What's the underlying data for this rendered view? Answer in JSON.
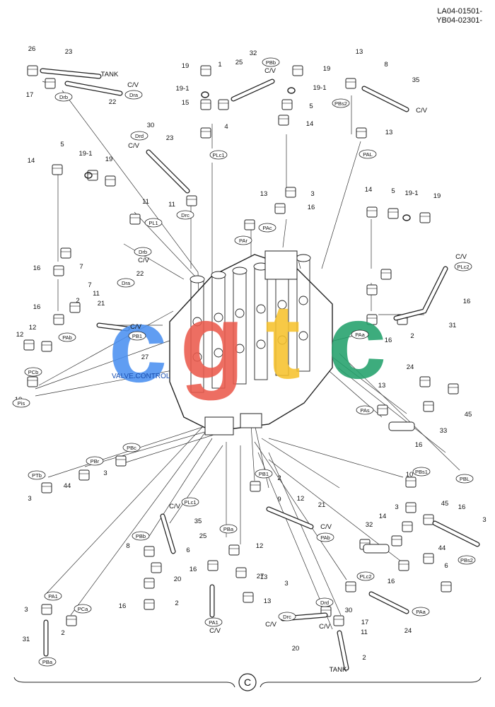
{
  "header": {
    "codes": [
      "LA04-01501-",
      "YB04-02301-"
    ]
  },
  "watermark": {
    "letters": [
      "c",
      "g",
      "t",
      "c"
    ],
    "text": "VALVE.CONTROL",
    "colors": [
      "#4a8ff0",
      "#ea5a4c",
      "#f6c22c",
      "#22a06b"
    ]
  },
  "footer": {
    "mark": "C"
  },
  "numbers": [
    "26",
    "23",
    "17",
    "22",
    "19",
    "1",
    "25",
    "32",
    "19",
    "13",
    "8",
    "35",
    "19-1",
    "19-1",
    "15",
    "5",
    "4",
    "14",
    "13",
    "30",
    "23",
    "5",
    "19-1",
    "19",
    "14",
    "11",
    "11",
    "3",
    "13",
    "16",
    "14",
    "5",
    "19-1",
    "19",
    "7",
    "16",
    "22",
    "11",
    "7",
    "16",
    "2",
    "21",
    "16",
    "12",
    "12",
    "27",
    "10",
    "2",
    "16",
    "31",
    "24",
    "13",
    "45",
    "33",
    "16",
    "44",
    "3",
    "3",
    "2",
    "10",
    "9",
    "12",
    "21",
    "27",
    "16",
    "3",
    "14",
    "45",
    "3",
    "35",
    "32",
    "44",
    "8",
    "6",
    "25",
    "12",
    "6",
    "13",
    "16",
    "20",
    "2",
    "16",
    "16",
    "13",
    "3",
    "2",
    "3",
    "30",
    "11",
    "17",
    "24",
    "31",
    "20",
    "2",
    "23",
    "23"
  ],
  "ports": [
    "Drb",
    "Dra",
    "PBb",
    "PBs2",
    "PLc1",
    "Drd",
    "PAL",
    "PL1",
    "Drc",
    "Drb",
    "Dra",
    "PAc",
    "PAr",
    "PLc2",
    "PAb",
    "PB1",
    "PAa",
    "PCb",
    "Pis",
    "PAs",
    "PTb",
    "PBr",
    "PBc",
    "PB1",
    "PBs1",
    "PBL",
    "PLc1",
    "PBb",
    "PBa",
    "PAb",
    "PA1",
    "PCa",
    "PLc2",
    "Drd",
    "Drc",
    "PA1",
    "PBa",
    "PAa",
    "PBs2"
  ],
  "words": [
    "TANK",
    "C/V",
    "C/V",
    "C/V",
    "C/V",
    "C/V",
    "C/V",
    "C/V",
    "C/V",
    "C/V",
    "C/V",
    "C/V",
    "C/V",
    "TANK"
  ]
}
